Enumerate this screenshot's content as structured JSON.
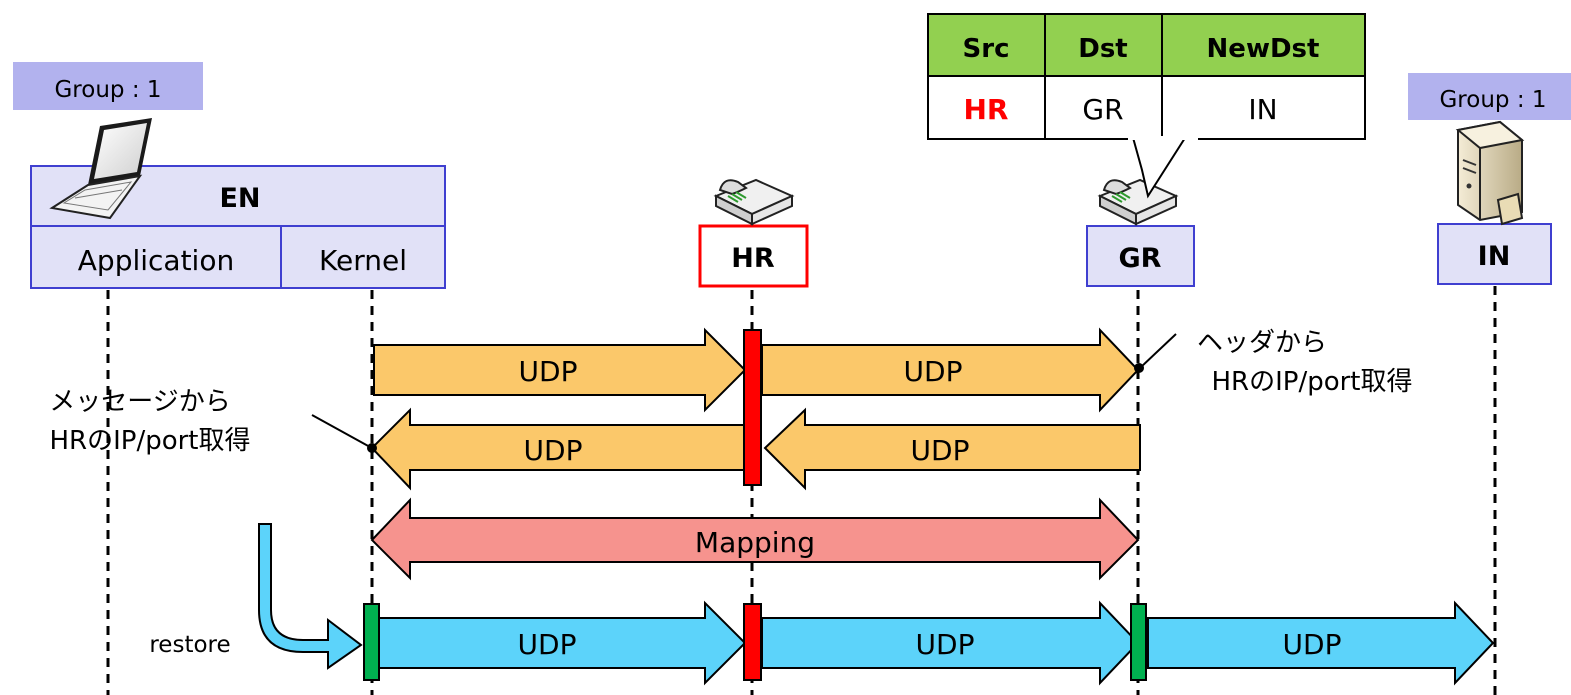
{
  "groups": {
    "left_label": "Group : 1",
    "right_label": "Group : 1"
  },
  "nodes": {
    "en": {
      "name": "EN",
      "app": "Application",
      "kernel": "Kernel"
    },
    "hr": {
      "name": "HR"
    },
    "gr": {
      "name": "GR"
    },
    "in": {
      "name": "IN"
    }
  },
  "table": {
    "headers": [
      "Src",
      "Dst",
      "NewDst"
    ],
    "row": [
      "HR",
      "GR",
      "IN"
    ]
  },
  "arrows": {
    "udp": "UDP",
    "mapping": "Mapping",
    "restore": "restore"
  },
  "notes": {
    "left_line1": "メッセージから",
    "left_line2": "HRのIP/port取得",
    "right_line1": "ヘッダから",
    "right_line2": "HRのIP/port取得"
  },
  "colors": {
    "udp_orange": "#FBC86A",
    "udp_blue": "#5CD3FA",
    "mapping": "#F6938E",
    "node_fill": "#E1E1F7",
    "node_border": "#3F3FD0",
    "group_bg": "#B2B2EE",
    "table_header": "#92D050",
    "red": "#FF0000",
    "green": "#00B050"
  }
}
